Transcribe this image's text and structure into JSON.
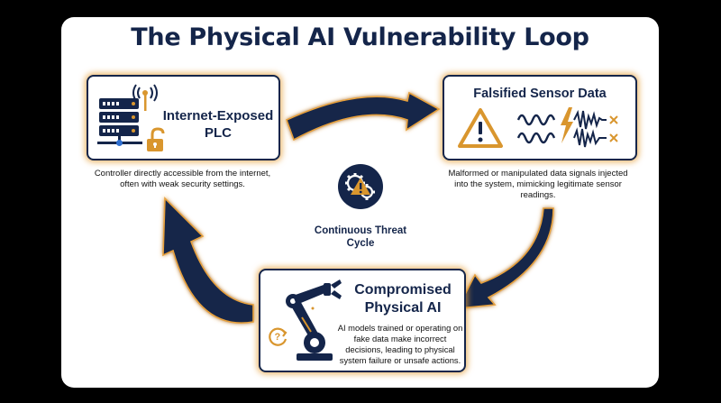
{
  "title": "The Physical AI Vulnerability Loop",
  "nodes": {
    "plc": {
      "label": "Internet-Exposed PLC",
      "description": "Controller directly accessible from the internet, often with weak security settings."
    },
    "sensor": {
      "label": "Falsified Sensor Data",
      "description": "Malformed or manipulated data signals injected into the system, mimicking legitimate sensor readings."
    },
    "ai": {
      "label": "Compromised Physical AI",
      "description": "AI models trained or operating on fake data make incorrect decisions, leading to physical system failure or unsafe actions."
    }
  },
  "center": {
    "label": "Continuous Threat Cycle"
  },
  "icons": {
    "plc": [
      "server-rack-icon",
      "antenna-icon",
      "unlocked-padlock-icon"
    ],
    "sensor": [
      "warning-triangle-icon",
      "waveform-icon",
      "lightning-bolt-icon"
    ],
    "ai": [
      "robotic-arm-icon",
      "cycle-question-icon"
    ],
    "center": [
      "gears-warning-icon"
    ]
  },
  "colors": {
    "navy": "#14254a",
    "accent": "#d9962e",
    "panel": "#ffffff",
    "background": "#000000",
    "glow": "#e6a03c"
  }
}
